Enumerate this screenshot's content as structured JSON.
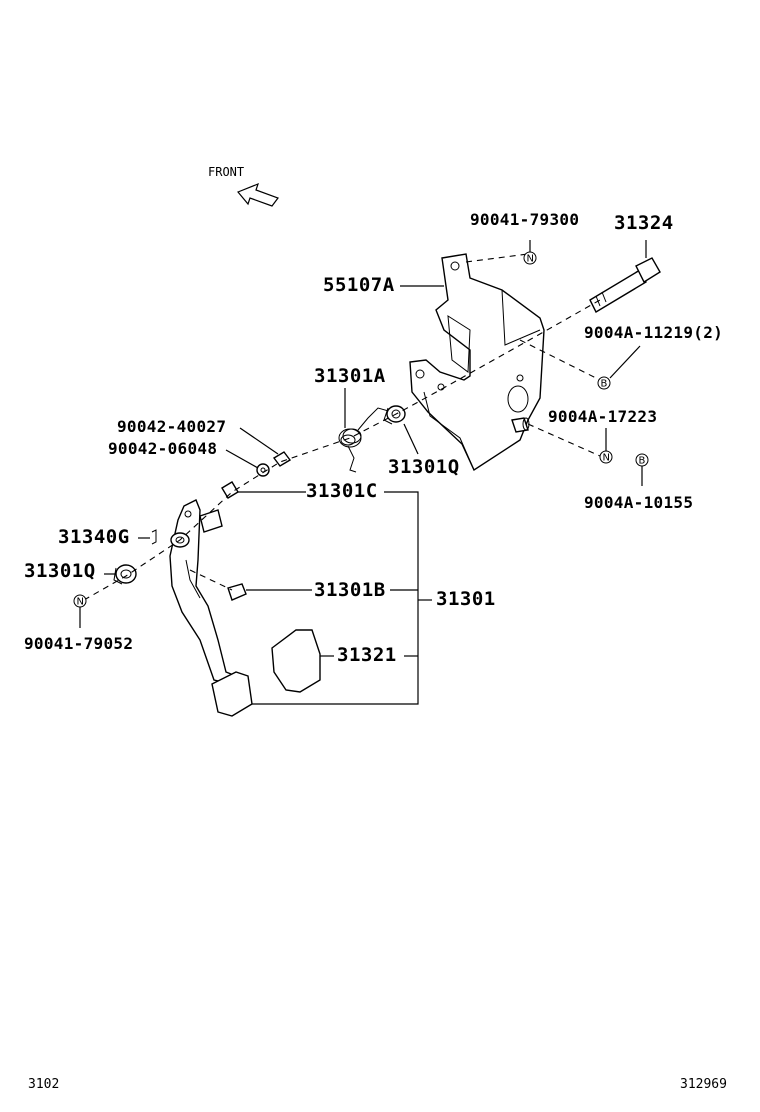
{
  "front_label": "FRONT",
  "labels": {
    "p_90041_79300": "90041-79300",
    "p_31324": "31324",
    "p_55107A": "55107A",
    "p_9004A_11219": "9004A-11219(2)",
    "p_31301A": "31301A",
    "p_9004A_17223": "9004A-17223",
    "p_90042_40027": "90042-40027",
    "p_90042_06048": "90042-06048",
    "p_31301Q_upper": "31301Q",
    "p_9004A_10155": "9004A-10155",
    "p_31301C": "31301C",
    "p_31340G": "31340G",
    "p_31301Q_lower": "31301Q",
    "p_31301B": "31301B",
    "p_31301": "31301",
    "p_31321": "31321",
    "p_90041_79052": "90041-79052"
  },
  "markers": {
    "n": "N",
    "b": "B"
  },
  "footer": {
    "left_code": "3102",
    "right_code": "312969"
  }
}
